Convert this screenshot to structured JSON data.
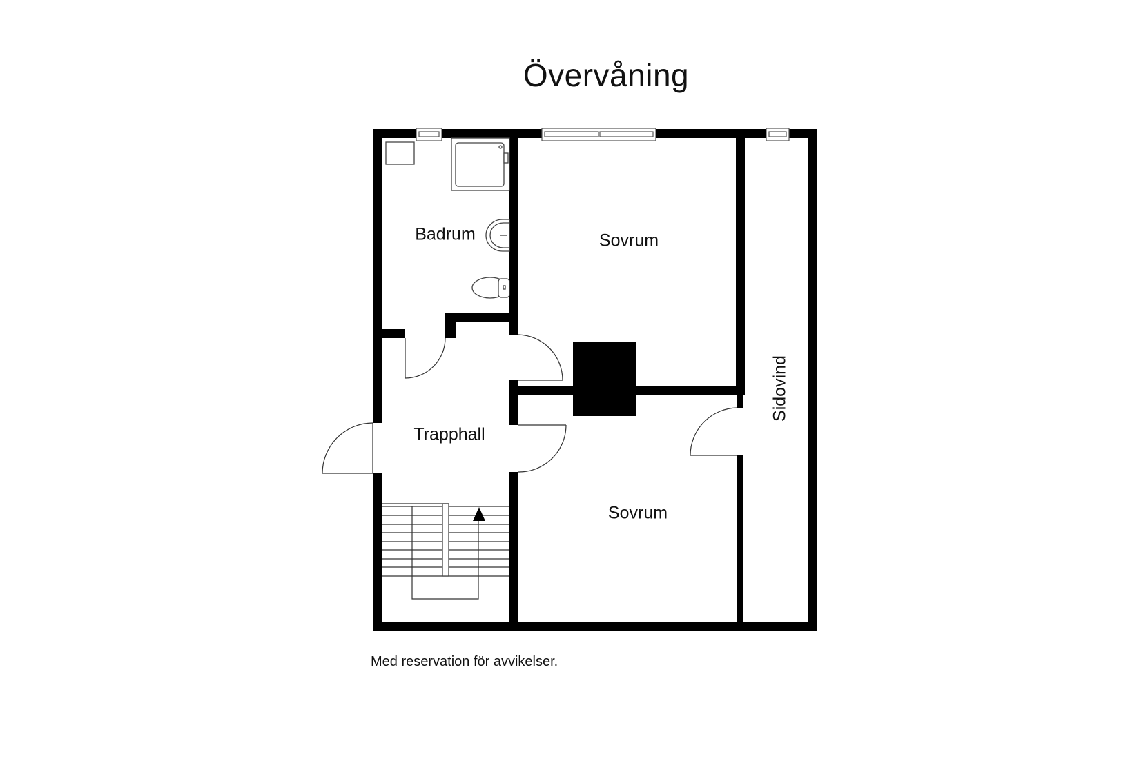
{
  "title": "Övervåning",
  "rooms": [
    {
      "id": "badrum",
      "label": "Badrum"
    },
    {
      "id": "sovrum-upper",
      "label": "Sovrum"
    },
    {
      "id": "trapphall",
      "label": "Trapphall"
    },
    {
      "id": "sovrum-lower",
      "label": "Sovrum"
    },
    {
      "id": "sidovind",
      "label": "Sidovind"
    }
  ],
  "fixtures": [
    "shower",
    "washbasin",
    "toilet",
    "washing-machine",
    "chimney",
    "staircase"
  ],
  "footer": "Med reservation för avvikelser.",
  "colors": {
    "wall": "#000000",
    "background": "#ffffff",
    "line": "#333333"
  }
}
